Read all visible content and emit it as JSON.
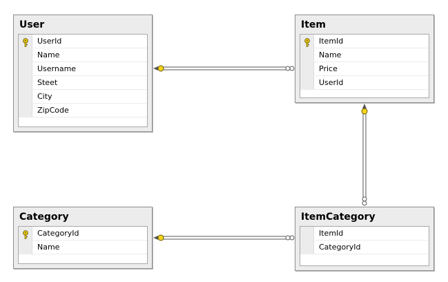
{
  "tables": {
    "user": {
      "title": "User",
      "columns": [
        {
          "name": "UserId",
          "key": true
        },
        {
          "name": "Name",
          "key": false
        },
        {
          "name": "Username",
          "key": false
        },
        {
          "name": "Steet",
          "key": false
        },
        {
          "name": "City",
          "key": false
        },
        {
          "name": "ZipCode",
          "key": false
        }
      ]
    },
    "item": {
      "title": "Item",
      "columns": [
        {
          "name": "ItemId",
          "key": true
        },
        {
          "name": "Name",
          "key": false
        },
        {
          "name": "Price",
          "key": false
        },
        {
          "name": "UserId",
          "key": false
        }
      ]
    },
    "category": {
      "title": "Category",
      "columns": [
        {
          "name": "CategoryId",
          "key": true
        },
        {
          "name": "Name",
          "key": false
        }
      ]
    },
    "itemcategory": {
      "title": "ItemCategory",
      "columns": [
        {
          "name": "ItemId",
          "key": false
        },
        {
          "name": "CategoryId",
          "key": false
        }
      ]
    }
  },
  "relationships": [
    {
      "from": "user",
      "to": "item"
    },
    {
      "from": "item",
      "to": "itemcategory"
    },
    {
      "from": "category",
      "to": "itemcategory"
    }
  ],
  "colors": {
    "key_fill": "#f3d31c",
    "key_stroke": "#6b5a00",
    "line": "#555555"
  }
}
